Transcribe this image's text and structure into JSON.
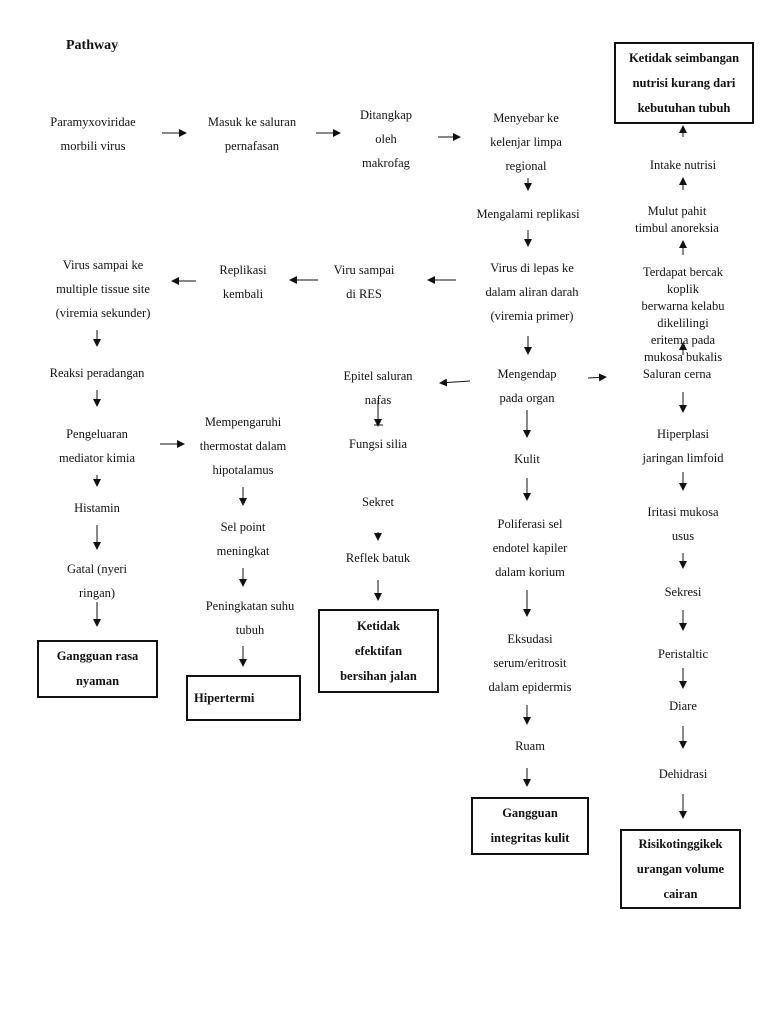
{
  "title": "Pathway",
  "nodes": {
    "paramyxo": "Paramyxoviridae\nmorbili virus",
    "masuk": "Masuk ke saluran\npernafasan",
    "ditangkap": "Ditangkap\noleh\nmakrofag",
    "menyebar": "Menyebar ke\nkelenjar limpa\nregional",
    "replikasi": "Mengalami replikasi",
    "dilepas": "Virus di lepas ke\ndalam aliran darah\n(viremia primer)",
    "res": "Viru sampai\ndi RES",
    "replikasi_kembali": "Replikasi\nkembali",
    "multiple": "Virus sampai ke\nmultiple tissue site\n(viremia sekunder)",
    "reaksi": "Reaksi peradangan",
    "mediator": "Pengeluaran\nmediator kimia",
    "histamin": "Histamin",
    "gatal": "Gatal (nyeri\nringan)",
    "thermostat": "Mempengaruhi\nthermostat dalam\nhipotalamus",
    "selpoint": "Sel point\nmeningkat",
    "suhu": "Peningkatan suhu\ntubuh",
    "epitel": "Epitel saluran\nnafas",
    "silia": "Fungsi silia",
    "sekret": "Sekret",
    "batuk": "Reflek batuk",
    "mengendap": "Mengendap\npada organ",
    "kulit": "Kulit",
    "proliferasi": "Poliferasi sel\nendotel kapiler\ndalam korium",
    "eksudasi": "Eksudasi\nserum/eritrosit\ndalam epidermis",
    "ruam": "Ruam",
    "cerna": "Saluran cerna",
    "hiperplasi": "Hiperplasi\njaringan limfoid",
    "iritasi": "Iritasi mukosa\nusus",
    "sekresi": "Sekresi",
    "peristaltic": "Peristaltic",
    "diare": "Diare",
    "dehidrasi": "Dehidrasi",
    "koplik": "Terdapat bercak koplik\nberwarna kelabu\ndikelilingi eritema pada\nmukosa bukalis",
    "anoreksia": "Mulut pahit\ntimbul anoreksia",
    "intake": "Intake nutrisi"
  },
  "boxes": {
    "nyaman": "Gangguan rasa\nnyaman",
    "hipertermi": "Hipertermi",
    "bersihan": "Ketidak\nefektifan\nbersihan jalan",
    "integritas": "Gangguan\nintegritas kulit",
    "volume": "Risikotinggikek\nurangan volume\ncairan",
    "nutrisi": "Ketidak seimbangan\nnutrisi kurang dari\nkebutuhan tubuh"
  }
}
